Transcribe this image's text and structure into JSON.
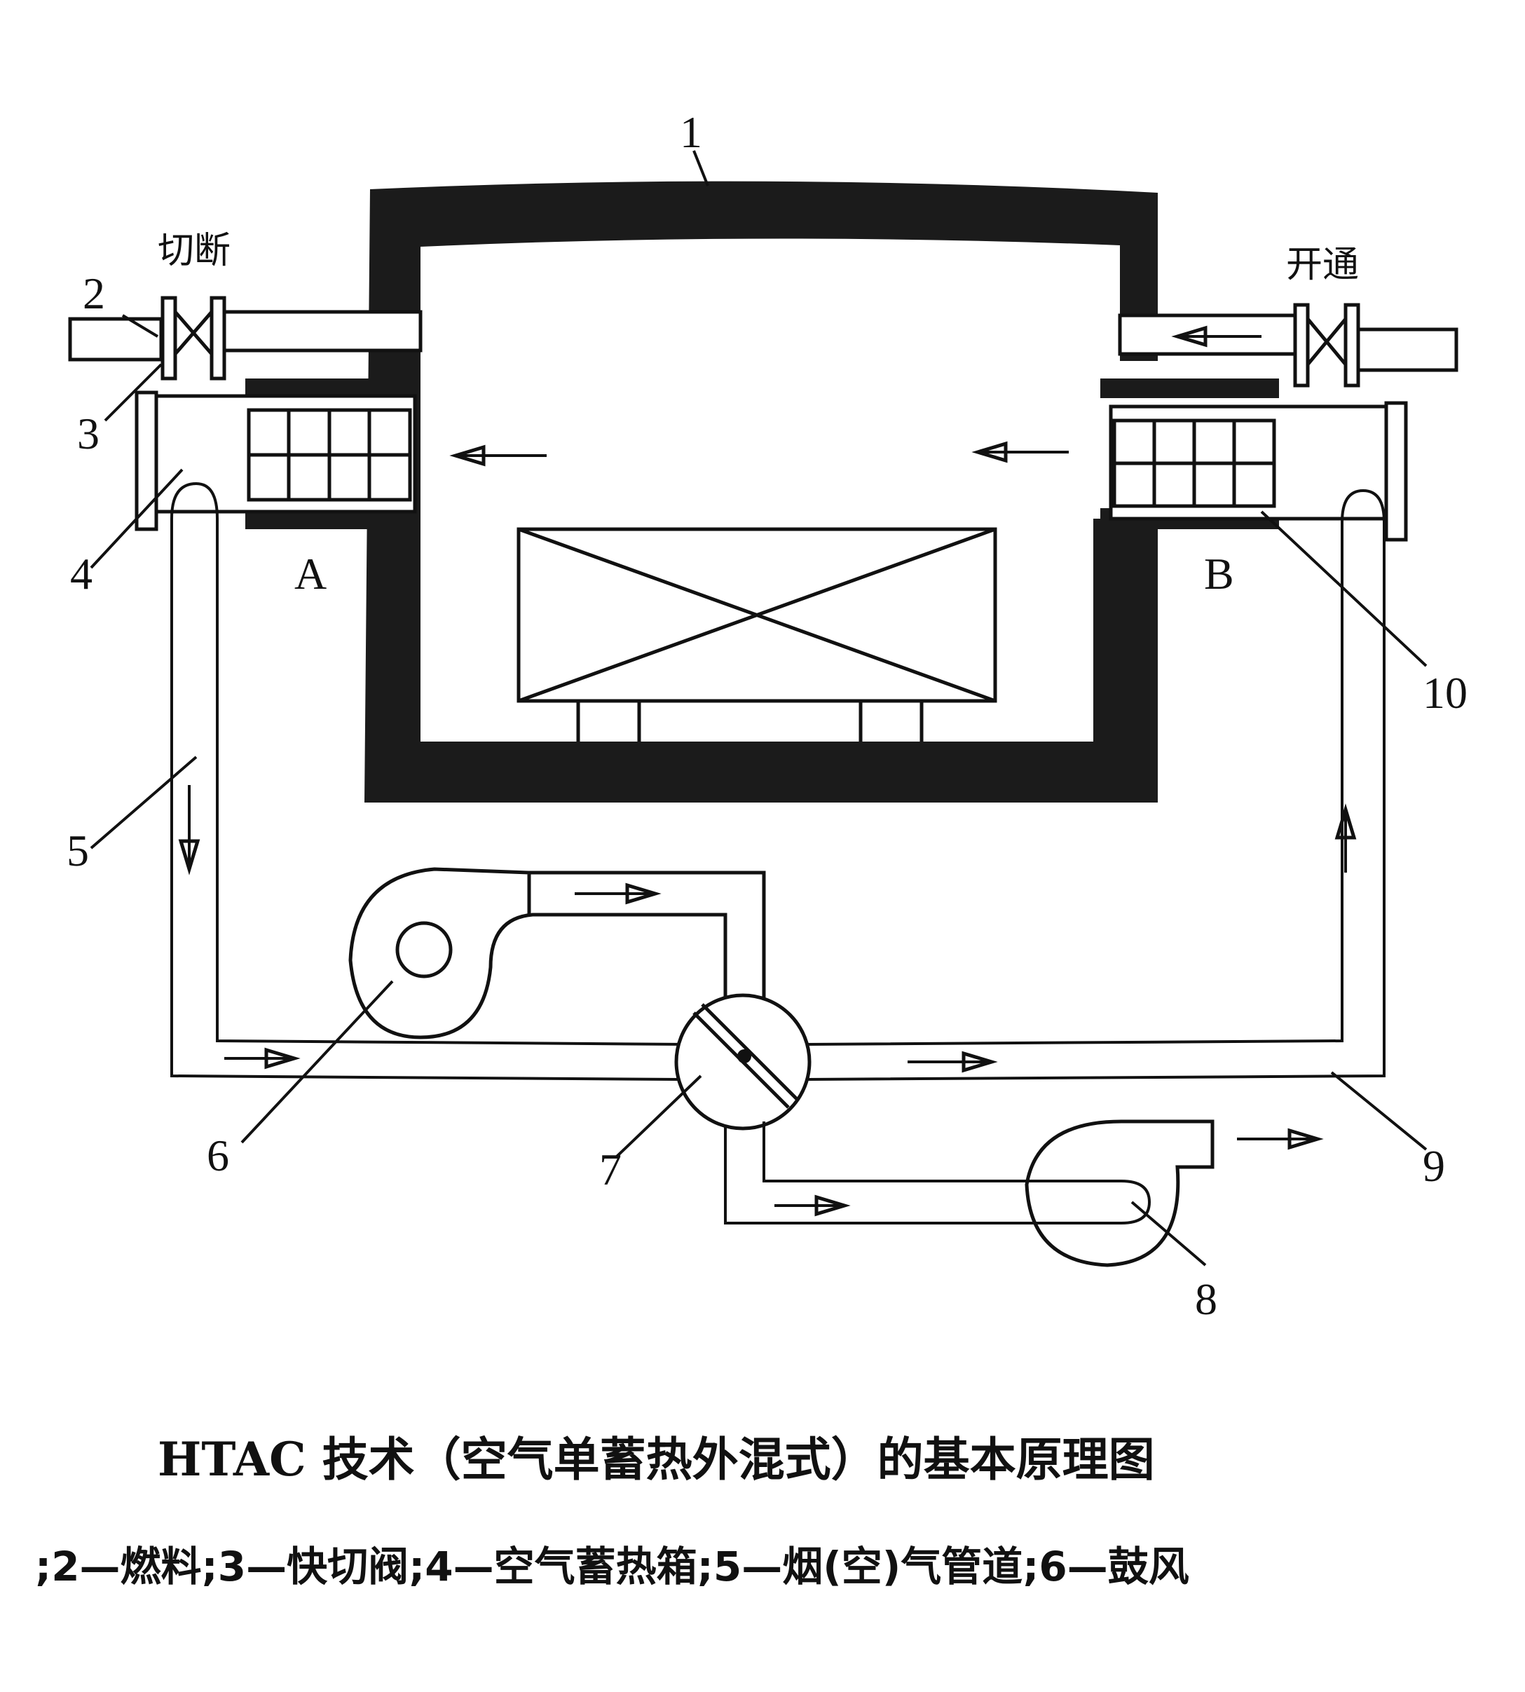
{
  "labels": {
    "n1": "1",
    "n2": "2",
    "n3": "3",
    "n4": "4",
    "n5": "5",
    "n6": "6",
    "n7": "7",
    "n8": "8",
    "n9": "9",
    "n10": "10",
    "A": "A",
    "B": "B"
  },
  "valve_states": {
    "left": "切断",
    "right": "开通"
  },
  "caption": {
    "title": "HTAC 技术（空气单蓄热外混式）的基本原理图",
    "legend": ";2—燃料;3—快切阀;4—空气蓄热箱;5—烟(空)气管道;6—鼓风"
  }
}
